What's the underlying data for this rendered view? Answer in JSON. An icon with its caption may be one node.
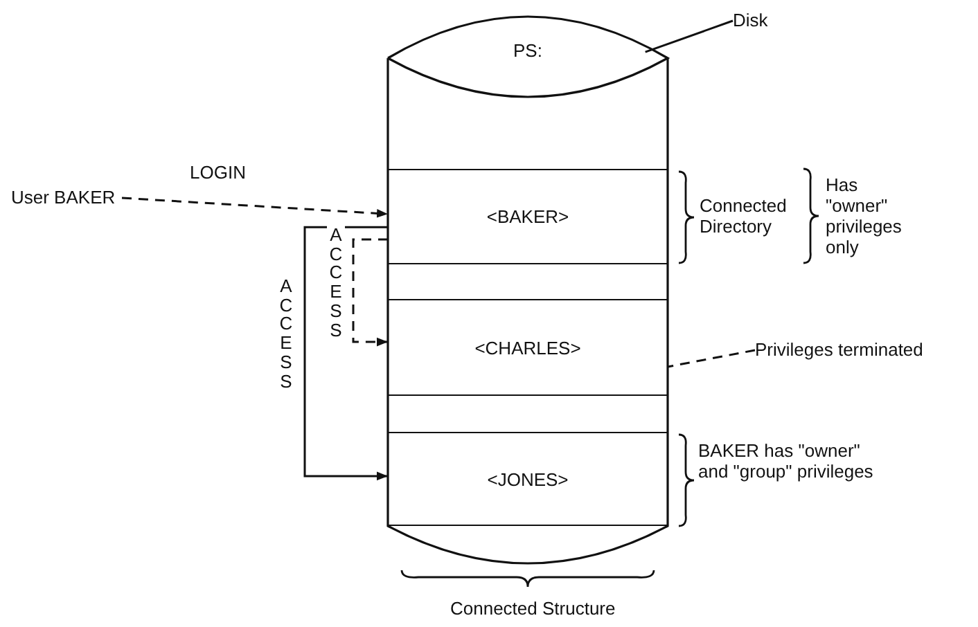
{
  "diagram": {
    "nodes": [
      {
        "text": [
          "PS:"
        ],
        "beside": [
          "Connected Structure"
        ]
      },
      {
        "text": [
          "<BAKER>"
        ],
        "in": 0,
        "beside": [
          "Connected Directory",
          "Has \"owner\" privileges only"
        ]
      },
      {
        "text": [],
        "shape": "box",
        "in": 0
      },
      {
        "text": [
          "<CHARLES>"
        ],
        "in": 0
      },
      {
        "text": [],
        "shape": "box",
        "in": 0
      },
      {
        "text": [
          "<JONES>"
        ],
        "in": 0,
        "beside": [
          "BAKER has \"owner\" and \"group\" privileges"
        ]
      },
      {
        "text": [
          "User BAKER"
        ]
      },
      {
        "text": [
          "Disk"
        ]
      },
      {
        "text": [
          "Privileges terminated"
        ]
      }
    ],
    "edges": [
      {
        "from": 6,
        "to": 1,
        "arrow": "to",
        "style": "dashed",
        "label": "LOGIN"
      },
      {
        "from": 1,
        "to": 3,
        "arrow": "to",
        "style": "dashed",
        "label": "ACCESS"
      },
      {
        "from": 1,
        "to": 5,
        "arrow": "to",
        "label": "ACCESS"
      },
      {
        "from": 7,
        "to": 0,
        "arrow": "none"
      },
      {
        "from": 8,
        "to": 3,
        "arrow": "none",
        "style": "dashed"
      }
    ]
  }
}
